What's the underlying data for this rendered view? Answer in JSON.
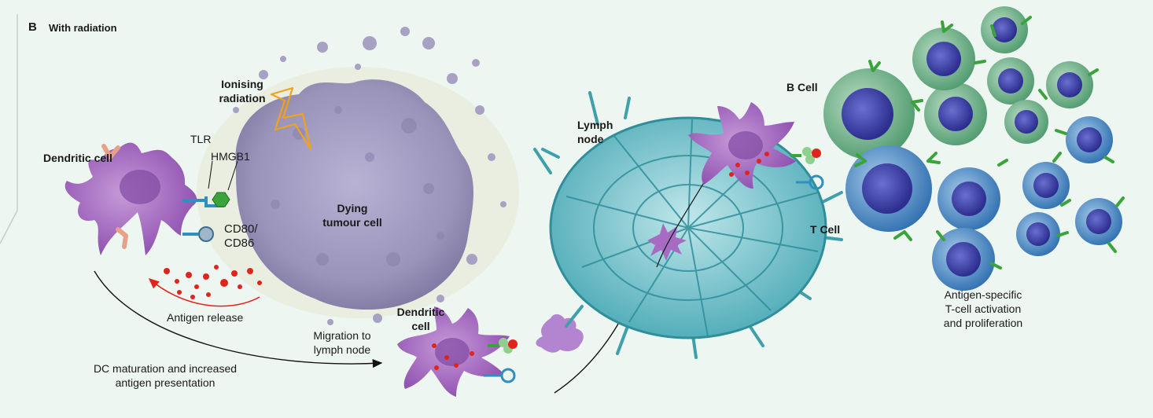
{
  "panel": {
    "letter": "B",
    "title": "With radiation"
  },
  "labels": {
    "ionising": "Ionising\nradiation",
    "dendritic_left": "Dendritic cell",
    "tlr": "TLR",
    "hmgb1": "HMGB1",
    "cd80": "CD80/\nCD86",
    "dying": "Dying\ntumour cell",
    "antigen_release": "Antigen release",
    "dc_maturation": "DC maturation and increased\nantigen presentation",
    "migration": "Migration to\nlymph node",
    "dendritic_mid": "Dendritic\ncell",
    "lymph": "Lymph\nnode",
    "bcell": "B Cell",
    "tcell": "T Cell",
    "activation": "Antigen-specific\nT-cell activation\nand proliferation"
  },
  "colors": {
    "background": "#edf6f1",
    "dendritic": "#a86bc4",
    "tumour": "#9a93ba",
    "lymph": "#57b3bf",
    "bcell": "#6fb38c",
    "tcell": "#4a8ac8",
    "nucleus": "#3d3fa8",
    "antigen": "#e0241b",
    "receptor_green": "#3aa33a",
    "tlr_blue": "#2f8fc0",
    "bolt": "#f0a21a"
  }
}
